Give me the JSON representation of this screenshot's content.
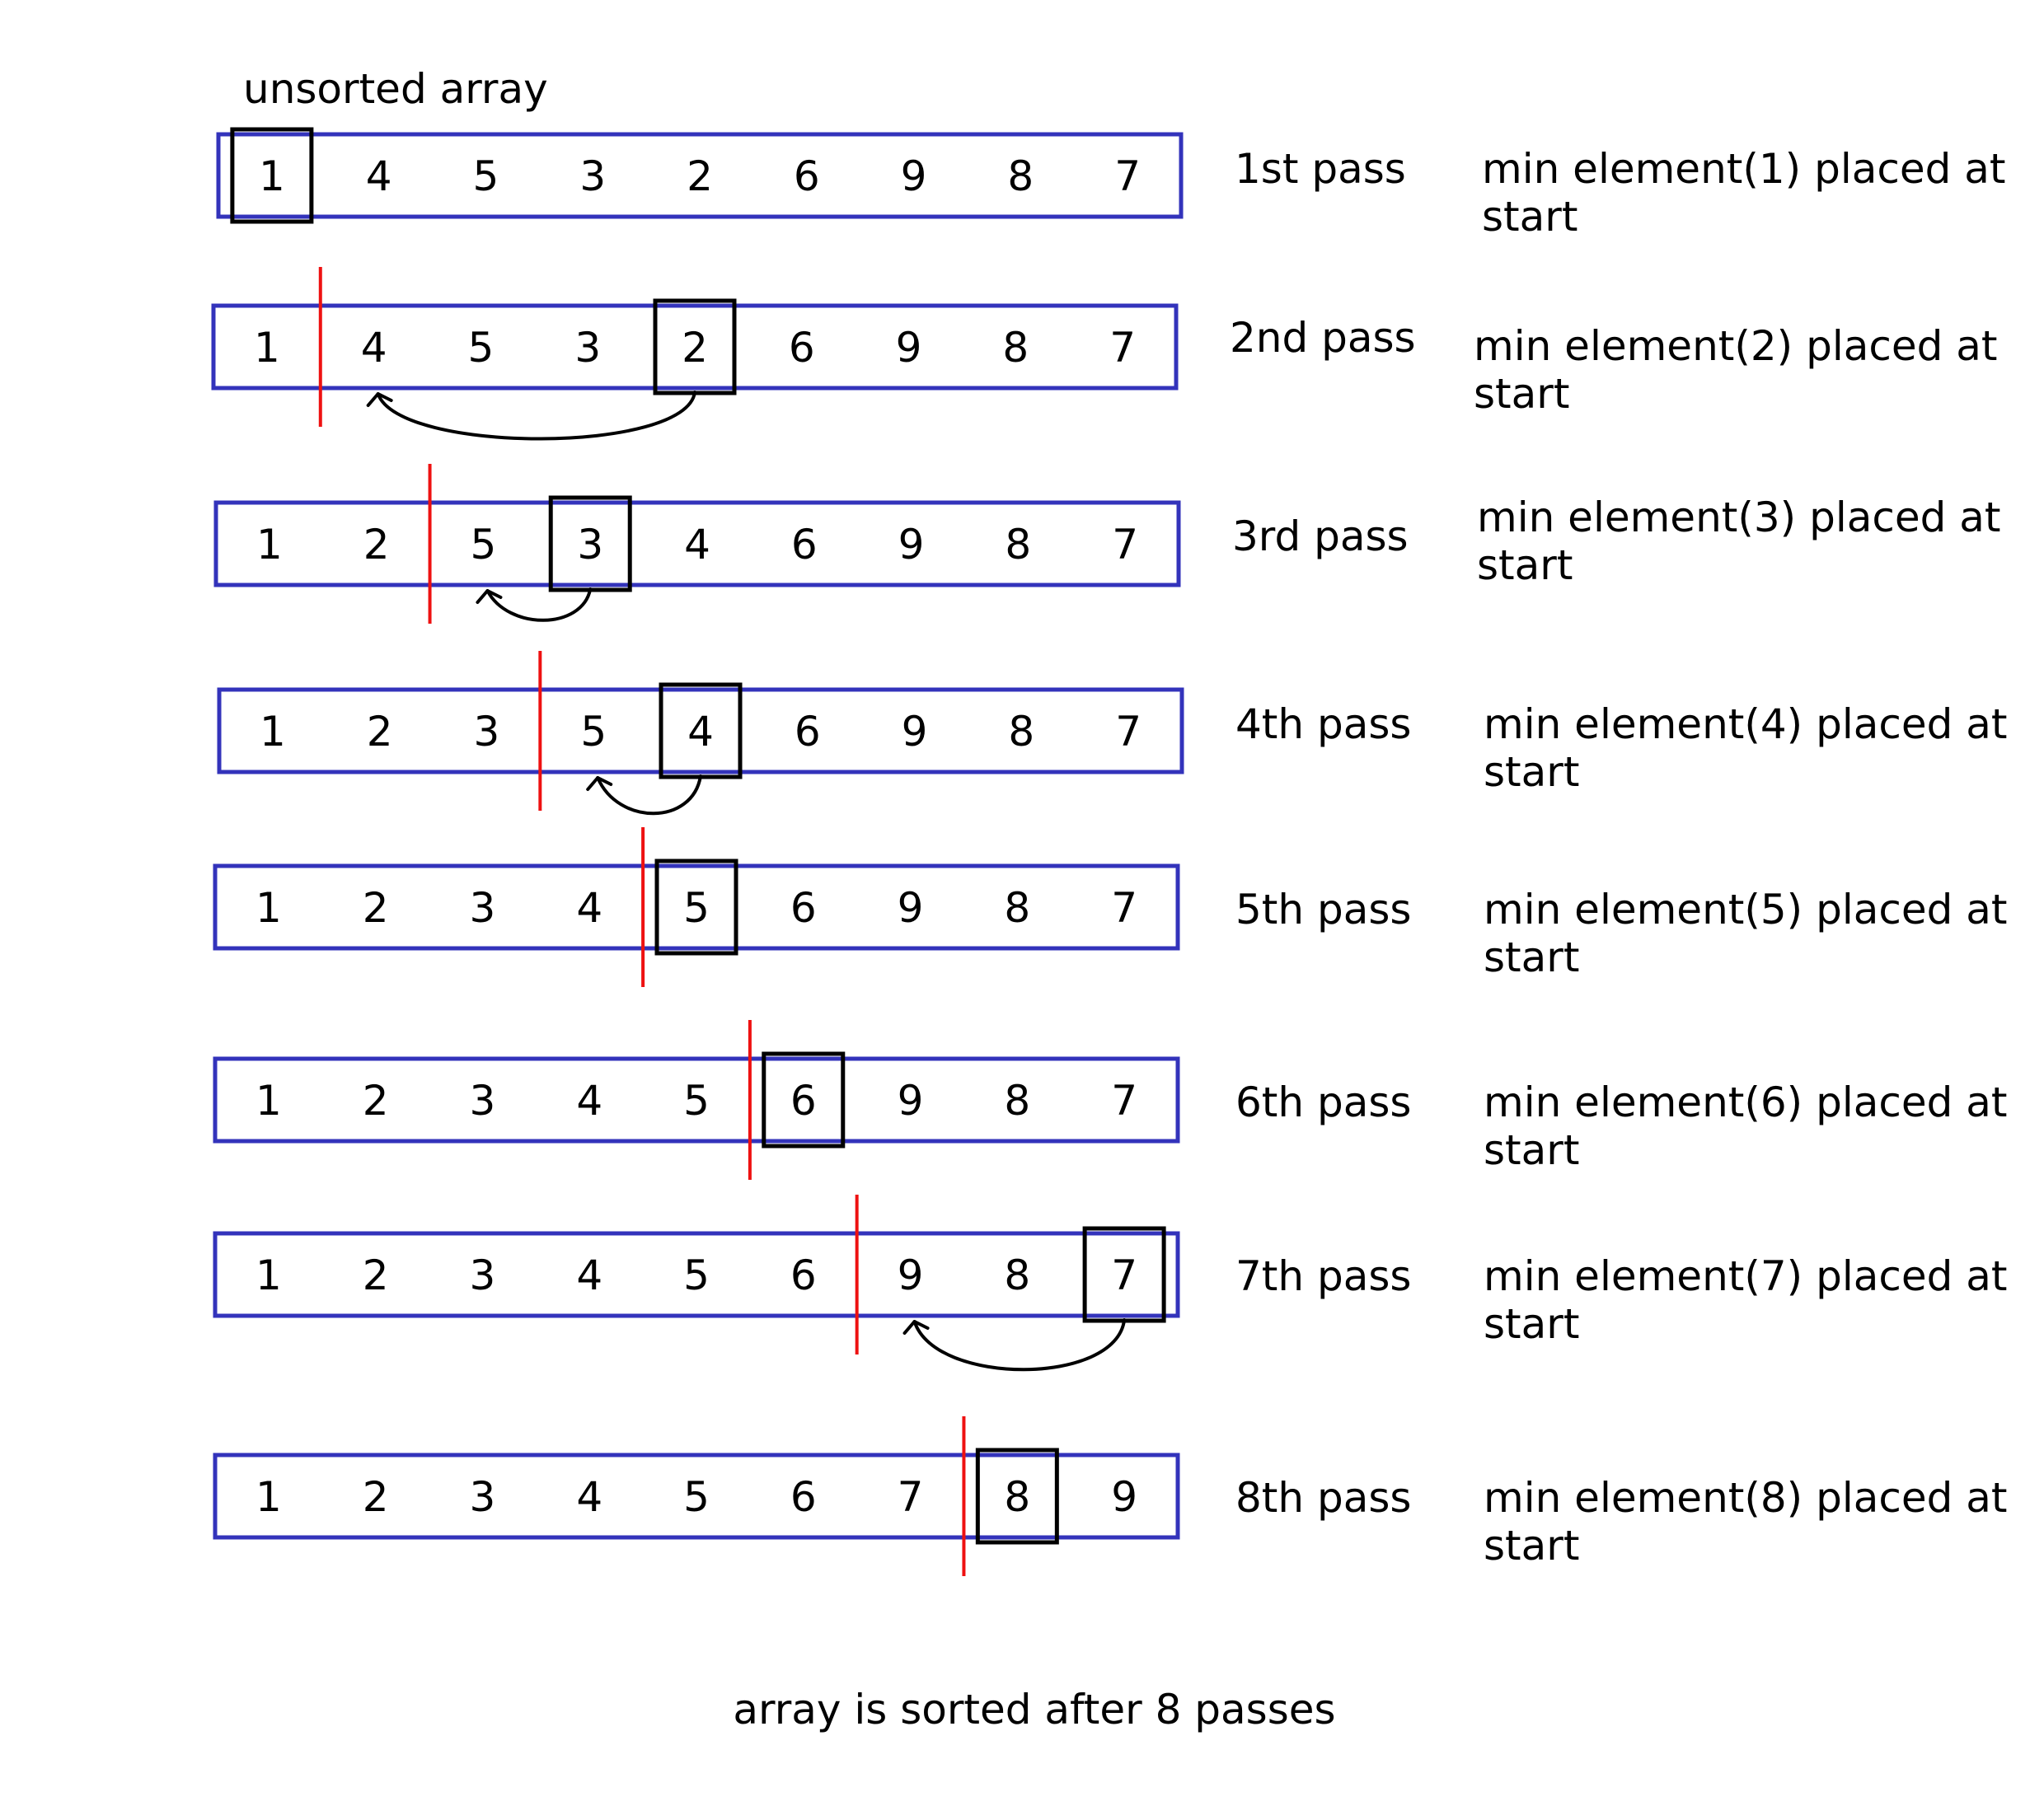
{
  "header": {
    "title": "unsorted array"
  },
  "colors": {
    "array_border": "#3333bb",
    "divider": "#ee1111",
    "highlight": "#000000",
    "arrow": "#000000"
  },
  "passes": [
    {
      "pass_label": "1st pass",
      "description_line1": "min element(1) placed at",
      "description_line2": "start",
      "values": [
        "1",
        "4",
        "5",
        "3",
        "2",
        "6",
        "9",
        "8",
        "7"
      ],
      "sorted_count": 0,
      "highlight_index": 0,
      "swap_from": null
    },
    {
      "pass_label": "2nd pass",
      "description_line1": "min element(2) placed at",
      "description_line2": "start",
      "values": [
        "1",
        "4",
        "5",
        "3",
        "2",
        "6",
        "9",
        "8",
        "7"
      ],
      "sorted_count": 1,
      "highlight_index": 4,
      "swap_from": 4
    },
    {
      "pass_label": "3rd pass",
      "description_line1": "min element(3) placed at",
      "description_line2": "start",
      "values": [
        "1",
        "2",
        "5",
        "3",
        "4",
        "6",
        "9",
        "8",
        "7"
      ],
      "sorted_count": 2,
      "highlight_index": 3,
      "swap_from": 3
    },
    {
      "pass_label": "4th pass",
      "description_line1": "min element(4) placed at",
      "description_line2": "start",
      "values": [
        "1",
        "2",
        "3",
        "5",
        "4",
        "6",
        "9",
        "8",
        "7"
      ],
      "sorted_count": 3,
      "highlight_index": 4,
      "swap_from": 4
    },
    {
      "pass_label": "5th pass",
      "description_line1": "min element(5) placed at",
      "description_line2": "start",
      "values": [
        "1",
        "2",
        "3",
        "4",
        "5",
        "6",
        "9",
        "8",
        "7"
      ],
      "sorted_count": 4,
      "highlight_index": 4,
      "swap_from": null
    },
    {
      "pass_label": "6th pass",
      "description_line1": "min element(6) placed at",
      "description_line2": "start",
      "values": [
        "1",
        "2",
        "3",
        "4",
        "5",
        "6",
        "9",
        "8",
        "7"
      ],
      "sorted_count": 5,
      "highlight_index": 5,
      "swap_from": null
    },
    {
      "pass_label": "7th pass",
      "description_line1": "min element(7) placed at",
      "description_line2": "start",
      "values": [
        "1",
        "2",
        "3",
        "4",
        "5",
        "6",
        "9",
        "8",
        "7"
      ],
      "sorted_count": 6,
      "highlight_index": 8,
      "swap_from": 8
    },
    {
      "pass_label": "8th pass",
      "description_line1": "min element(8) placed at",
      "description_line2": "start",
      "values": [
        "1",
        "2",
        "3",
        "4",
        "5",
        "6",
        "7",
        "8",
        "9"
      ],
      "sorted_count": 7,
      "highlight_index": 7,
      "swap_from": null
    }
  ],
  "footer": {
    "caption": "array is sorted after 8 passes"
  }
}
